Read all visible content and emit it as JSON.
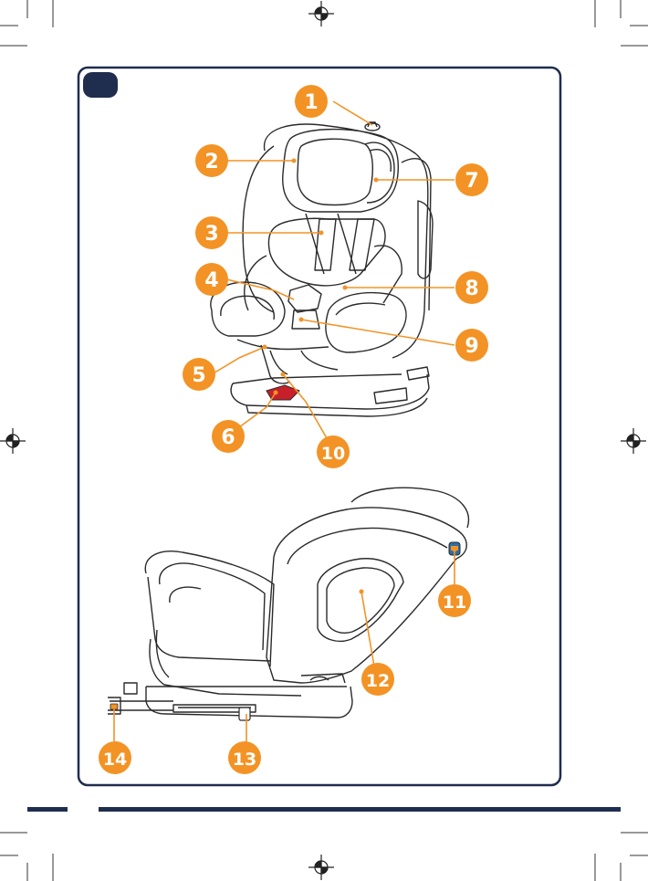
{
  "colors": {
    "frame": "#1f2d4e",
    "callout": "#f39325",
    "line_art": "#2a2a2a",
    "highlight_red": "#c8202a",
    "highlight_blue": "#2c6ea5",
    "footer_bar": "#1f2d4e"
  },
  "page_badge": "",
  "callouts": [
    "1",
    "2",
    "3",
    "4",
    "5",
    "6",
    "7",
    "8",
    "9",
    "10",
    "11",
    "12",
    "13",
    "14"
  ],
  "icons": {
    "registration_mark": "crosshair-circle-icon",
    "crop_mark": "crop-mark-icon"
  }
}
